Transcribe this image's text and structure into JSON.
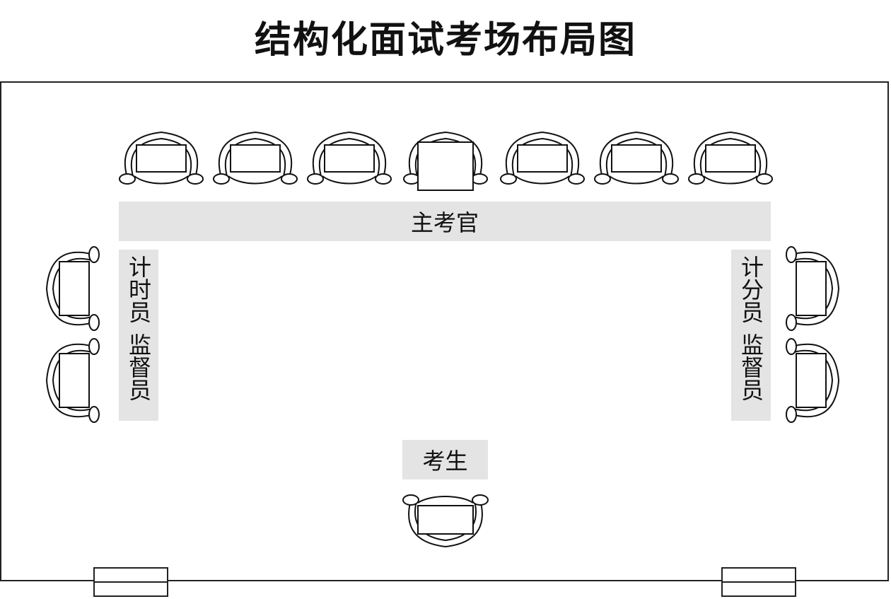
{
  "title": "结构化面试考场布局图",
  "labels": {
    "examiner": "主考官",
    "candidate": "考生",
    "left_top": "计时员",
    "left_bottom": "监督员",
    "right_top": "计分员",
    "right_bottom": "监督员"
  }
}
